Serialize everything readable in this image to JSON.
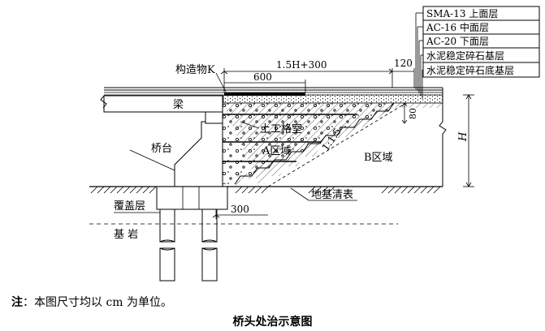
{
  "layers": [
    "SMA-13 上面层",
    "AC-16  中面层",
    "AC-20  下面层",
    "水泥稳定碎石基层",
    "水泥稳定碎石底基层"
  ],
  "labels": {
    "structure_k": "构造物K",
    "beam": "梁",
    "abutment": "桥台",
    "geocell": "土工格室",
    "zone_a": "A区域",
    "zone_b": "B区域",
    "cap_layer": "覆盖层",
    "bedrock": "基 岩",
    "foundation_cleaning": "地基清表"
  },
  "dimensions": {
    "d600": "600",
    "d_15h": "1.5H+300",
    "d120": "120",
    "d80": "80",
    "slope": "1:1.5",
    "height_h": "H",
    "d300": "300"
  },
  "note": {
    "prefix": "注",
    "text": "：本图尺寸均以 cm 为单位。"
  },
  "caption": "桥头处治示意图"
}
